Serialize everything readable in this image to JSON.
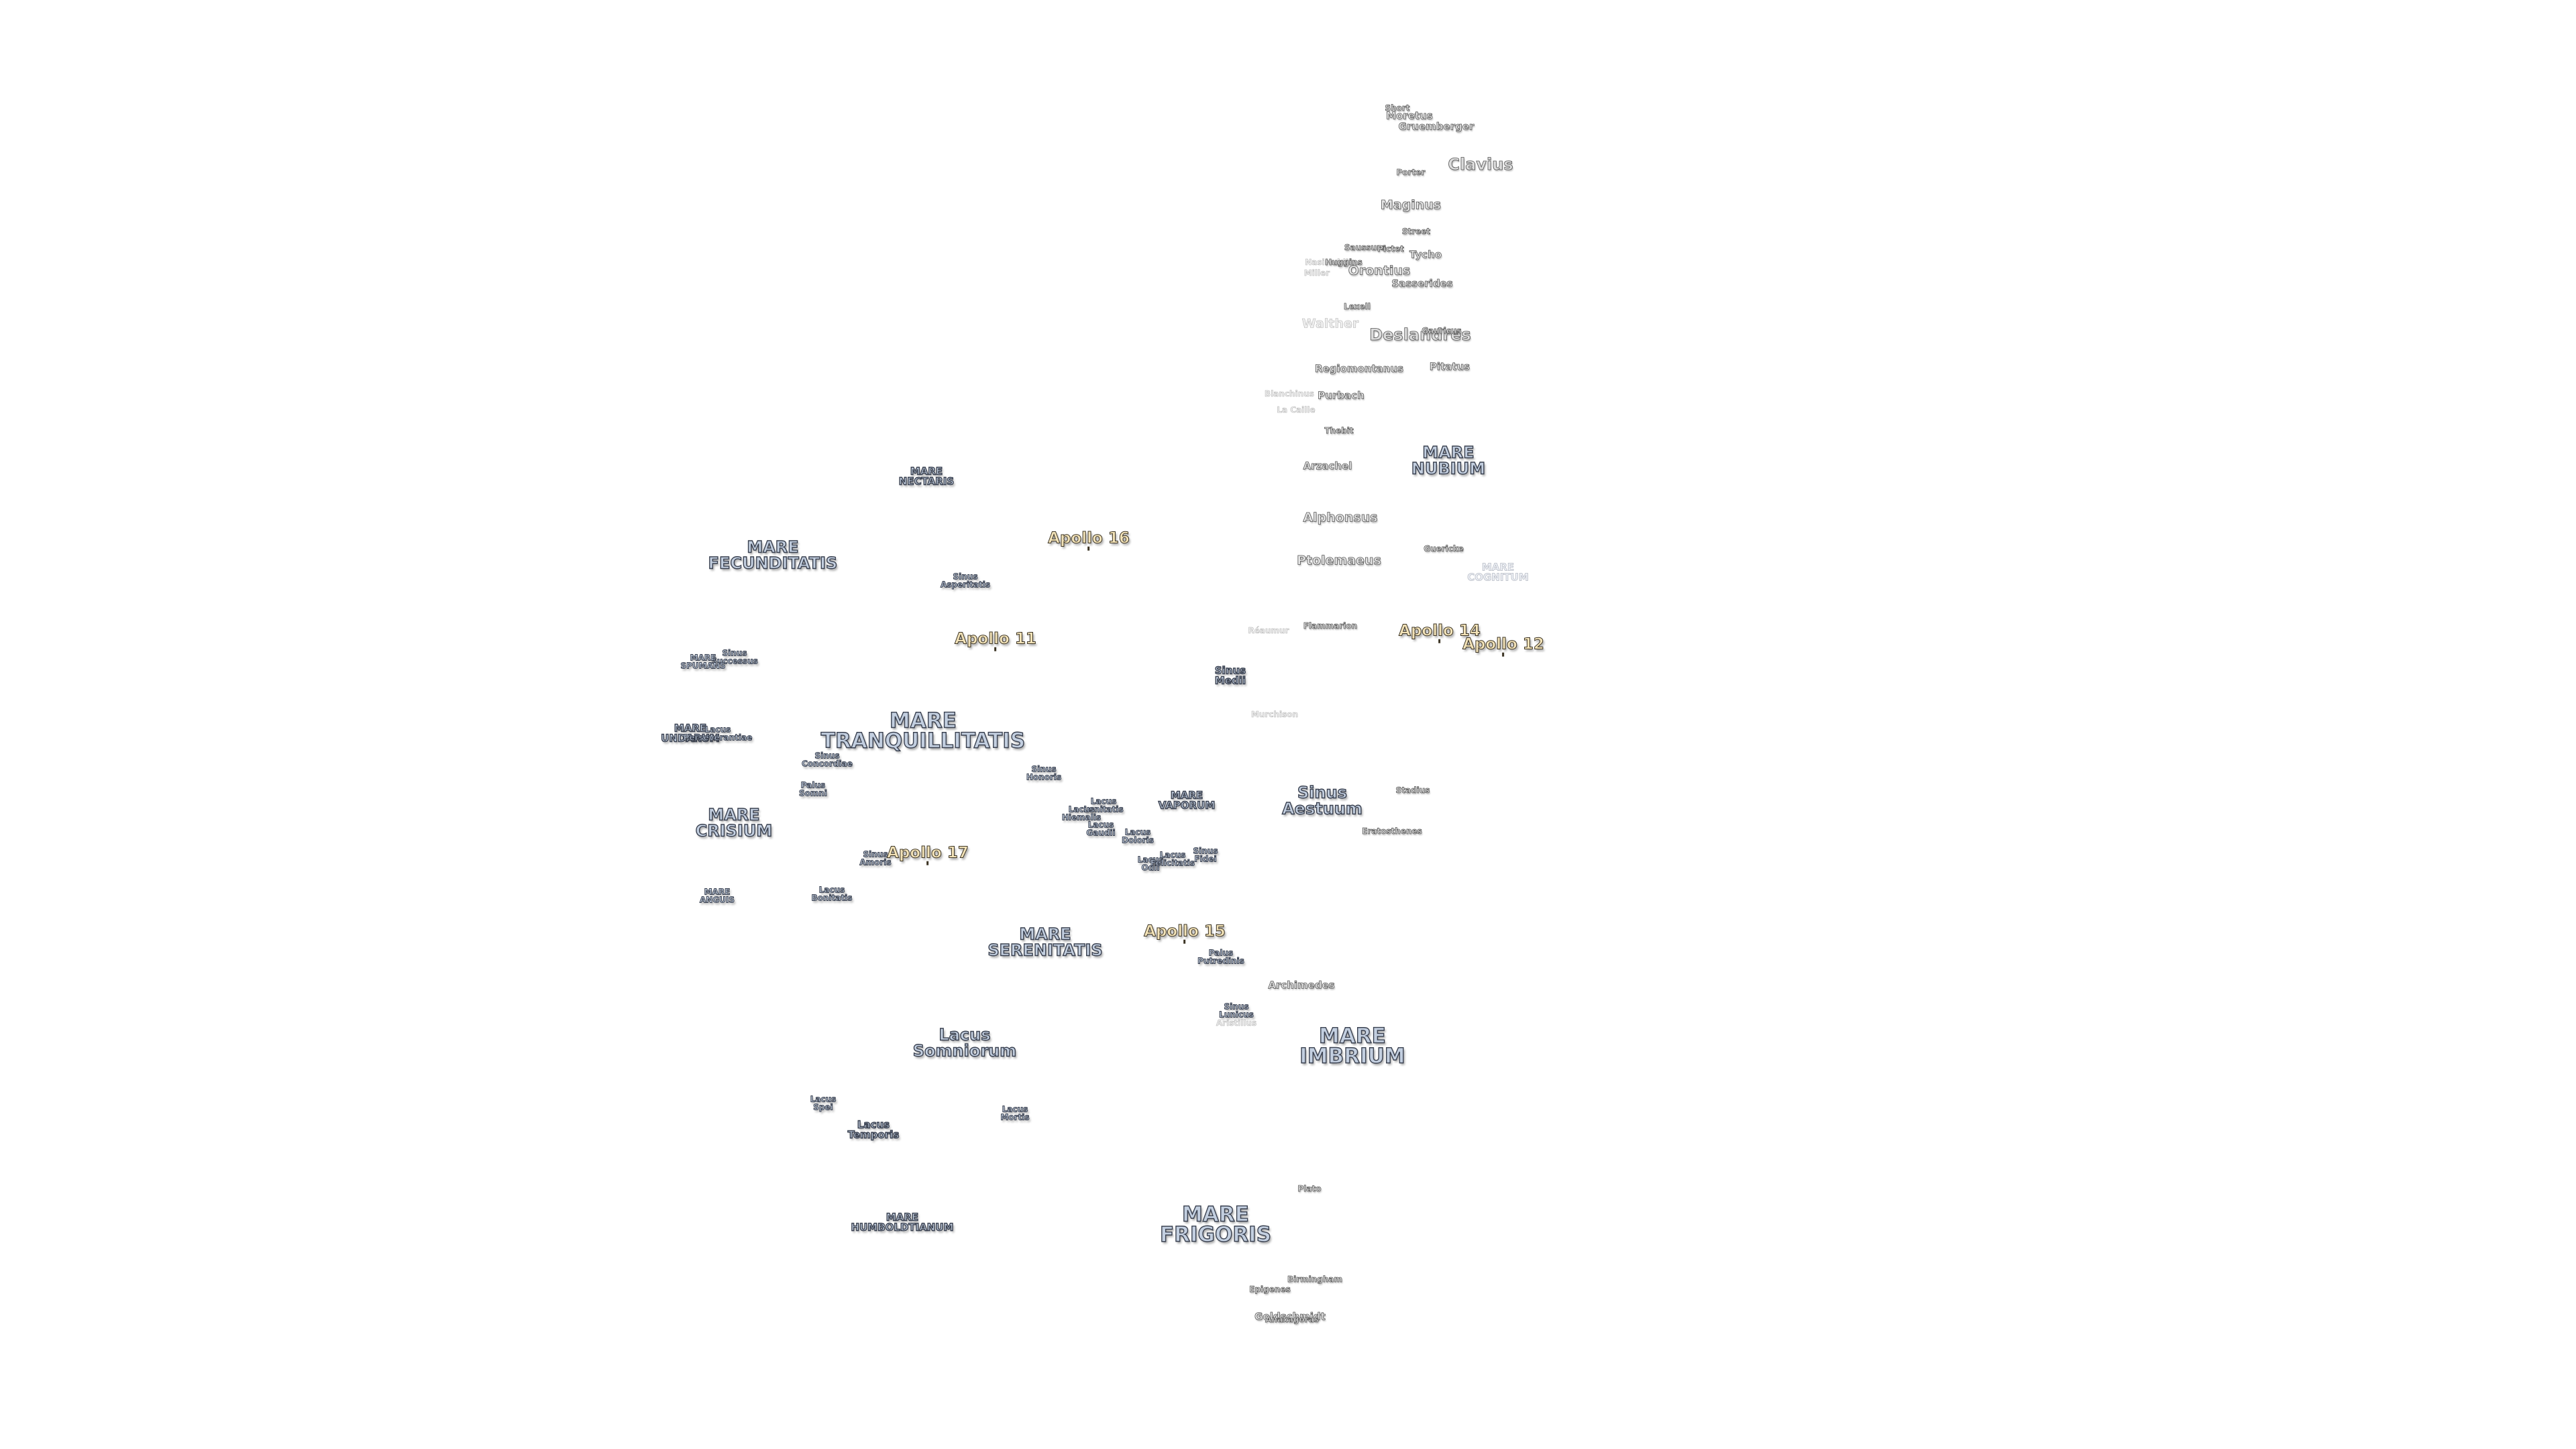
{
  "map": {
    "labels": [
      {
        "id": "mare-nectaris",
        "text": "MARE\nNECTARIS",
        "kind": "sea",
        "size": "sm"
      },
      {
        "id": "mare-fecunditatis",
        "text": "MARE\nFECUNDITATIS",
        "kind": "sea",
        "size": "md"
      },
      {
        "id": "sinus-asperitatis",
        "text": "Sinus\nAsperitatis",
        "kind": "sea",
        "size": "xs"
      },
      {
        "id": "sinus-successus",
        "text": "Sinus\nSuccessus",
        "kind": "sea",
        "size": "xs"
      },
      {
        "id": "mare-spumans",
        "text": "MARE\nSPUMANS",
        "kind": "sea",
        "size": "xs"
      },
      {
        "id": "mare-undarum",
        "text": "MARE\nUNDARUM",
        "kind": "sea",
        "size": "sm"
      },
      {
        "id": "lacus-perseverantiae",
        "text": "Lacus\nPerseverantiae",
        "kind": "sea",
        "size": "xs"
      },
      {
        "id": "mare-tranquillitatis",
        "text": "MARE\nTRANQUILLITATIS",
        "kind": "sea",
        "size": "lg"
      },
      {
        "id": "sinus-concordiae",
        "text": "Sinus\nConcordiae",
        "kind": "sea",
        "size": "xs"
      },
      {
        "id": "palus-somni",
        "text": "Palus\nSomni",
        "kind": "sea",
        "size": "xs"
      },
      {
        "id": "mare-crisium",
        "text": "MARE\nCRISIUM",
        "kind": "sea",
        "size": "md"
      },
      {
        "id": "sinus-amoris",
        "text": "Sinus\nAmoris",
        "kind": "sea",
        "size": "xs"
      },
      {
        "id": "mare-anguis",
        "text": "MARE\nANGUIS",
        "kind": "sea",
        "size": "xs"
      },
      {
        "id": "lacus-bonitatis",
        "text": "Lacus\nBonitatis",
        "kind": "sea",
        "size": "xs"
      },
      {
        "id": "mare-serenitatis",
        "text": "MARE\nSERENITATIS",
        "kind": "sea",
        "size": "md"
      },
      {
        "id": "lacus-somniorum",
        "text": "Lacus\nSomniorum",
        "kind": "sea",
        "size": "md"
      },
      {
        "id": "lacus-spei",
        "text": "Lacus\nSpei",
        "kind": "sea",
        "size": "xs"
      },
      {
        "id": "lacus-temporis",
        "text": "Lacus\nTemporis",
        "kind": "sea",
        "size": "sm"
      },
      {
        "id": "lacus-mortis",
        "text": "Lacus\nMortis",
        "kind": "sea",
        "size": "xs"
      },
      {
        "id": "mare-humboldtianum",
        "text": "MARE\nHUMBOLDTIANUM",
        "kind": "sea",
        "size": "sm"
      },
      {
        "id": "mare-frigoris",
        "text": "MARE\nFRIGORIS",
        "kind": "sea",
        "size": "lg"
      },
      {
        "id": "sinus-honoris",
        "text": "Sinus\nHonoris",
        "kind": "sea",
        "size": "xs"
      },
      {
        "id": "lacus-lenitatis",
        "text": "Lacus\nLenitatis",
        "kind": "sea",
        "size": "xs"
      },
      {
        "id": "lacus-hiemalis",
        "text": "Lacus\nHiemalis",
        "kind": "sea",
        "size": "xs"
      },
      {
        "id": "lacus-gaudii",
        "text": "Lacus\nGaudii",
        "kind": "sea",
        "size": "xs"
      },
      {
        "id": "lacus-doloris",
        "text": "Lacus\nDoloris",
        "kind": "sea",
        "size": "xs"
      },
      {
        "id": "lacus-odii",
        "text": "Lacus\nOdii",
        "kind": "sea",
        "size": "xs"
      },
      {
        "id": "lacus-felicitatis",
        "text": "Lacus\nFelicitatis",
        "kind": "sea",
        "size": "xs"
      },
      {
        "id": "sinus-fidei",
        "text": "Sinus\nFidei",
        "kind": "sea",
        "size": "xs"
      },
      {
        "id": "mare-vaporum",
        "text": "MARE\nVAPORUM",
        "kind": "sea",
        "size": "sm"
      },
      {
        "id": "sinus-medii",
        "text": "Sinus\nMedii",
        "kind": "sea",
        "size": "sm"
      },
      {
        "id": "sinus-aestuum",
        "text": "Sinus\nAestuum",
        "kind": "sea",
        "size": "md"
      },
      {
        "id": "palus-putredinis",
        "text": "Palus\nPutredinis",
        "kind": "sea",
        "size": "xs"
      },
      {
        "id": "sinus-lunicus",
        "text": "Sinus\nLunicus",
        "kind": "sea",
        "size": "xs"
      },
      {
        "id": "mare-imbrium",
        "text": "MARE\nIMBRIUM",
        "kind": "sea",
        "size": "lg"
      },
      {
        "id": "mare-nubium",
        "text": "MARE\nNUBIUM",
        "kind": "sea",
        "size": "md"
      },
      {
        "id": "mare-cognitum",
        "text": "MARE\nCOGNITUM",
        "kind": "sea",
        "size": "sm",
        "faint": true
      },
      {
        "id": "apollo-16",
        "text": "Apollo 16",
        "kind": "apollo"
      },
      {
        "id": "apollo-11",
        "text": "Apollo 11",
        "kind": "apollo"
      },
      {
        "id": "apollo-17",
        "text": "Apollo 17",
        "kind": "apollo"
      },
      {
        "id": "apollo-15",
        "text": "Apollo 15",
        "kind": "apollo"
      },
      {
        "id": "apollo-14",
        "text": "Apollo 14",
        "kind": "apollo"
      },
      {
        "id": "apollo-12",
        "text": "Apollo 12",
        "kind": "apollo"
      },
      {
        "id": "short",
        "text": "Short",
        "kind": "crater",
        "size": "xs"
      },
      {
        "id": "moretus",
        "text": "Moretus",
        "kind": "crater",
        "size": "sm"
      },
      {
        "id": "gruemberger",
        "text": "Gruemberger",
        "kind": "crater",
        "size": "sm"
      },
      {
        "id": "porter",
        "text": "Porter",
        "kind": "crater",
        "size": "xs"
      },
      {
        "id": "clavius",
        "text": "Clavius",
        "kind": "crater",
        "size": "big"
      },
      {
        "id": "maginus",
        "text": "Maginus",
        "kind": "crater",
        "size": "md"
      },
      {
        "id": "street",
        "text": "Street",
        "kind": "crater",
        "size": "xs"
      },
      {
        "id": "saussure",
        "text": "Saussure",
        "kind": "crater",
        "size": "xs"
      },
      {
        "id": "pictet",
        "text": "Pictet",
        "kind": "crater",
        "size": "xs"
      },
      {
        "id": "tycho",
        "text": "Tycho",
        "kind": "crater",
        "size": "sm"
      },
      {
        "id": "nasireddin",
        "text": "Nasireddin",
        "kind": "crater",
        "size": "xs",
        "faint": true
      },
      {
        "id": "huggins",
        "text": "Huggins",
        "kind": "crater",
        "size": "xs"
      },
      {
        "id": "miller",
        "text": "Miller",
        "kind": "crater",
        "size": "xs",
        "faint": true
      },
      {
        "id": "orontius",
        "text": "Orontius",
        "kind": "crater",
        "size": "md"
      },
      {
        "id": "sasserides",
        "text": "Sasserides",
        "kind": "crater",
        "size": "sm"
      },
      {
        "id": "lexell",
        "text": "Lexell",
        "kind": "crater",
        "size": "xs"
      },
      {
        "id": "walther",
        "text": "Walther",
        "kind": "crater",
        "size": "md",
        "faint": true
      },
      {
        "id": "deslandres",
        "text": "Deslandres",
        "kind": "crater",
        "size": "big"
      },
      {
        "id": "gauricus",
        "text": "Gauricus",
        "kind": "crater",
        "size": "xs"
      },
      {
        "id": "pitatus",
        "text": "Pitatus",
        "kind": "crater",
        "size": "sm"
      },
      {
        "id": "regiomontanus",
        "text": "Regiomontanus",
        "kind": "crater",
        "size": "sm"
      },
      {
        "id": "purbach",
        "text": "Purbach",
        "kind": "crater",
        "size": "sm"
      },
      {
        "id": "blanchinus",
        "text": "Blanchinus",
        "kind": "crater",
        "size": "xs",
        "faint": true
      },
      {
        "id": "la-caille",
        "text": "La Caille",
        "kind": "crater",
        "size": "xs",
        "faint": true
      },
      {
        "id": "thebit",
        "text": "Thebit",
        "kind": "crater",
        "size": "xs"
      },
      {
        "id": "arzachel",
        "text": "Arzachel",
        "kind": "crater",
        "size": "sm"
      },
      {
        "id": "alphonsus",
        "text": "Alphonsus",
        "kind": "crater",
        "size": "md"
      },
      {
        "id": "ptolemaeus",
        "text": "Ptolemaeus",
        "kind": "crater",
        "size": "md"
      },
      {
        "id": "guericke",
        "text": "Guericke",
        "kind": "crater",
        "size": "xs"
      },
      {
        "id": "flammarion",
        "text": "Flammarion",
        "kind": "crater",
        "size": "xs"
      },
      {
        "id": "reaumur",
        "text": "Réaumur",
        "kind": "crater",
        "size": "xs",
        "faint": true
      },
      {
        "id": "murchison",
        "text": "Murchison",
        "kind": "crater",
        "size": "xs",
        "faint": true
      },
      {
        "id": "stadius",
        "text": "Stadius",
        "kind": "crater",
        "size": "xs"
      },
      {
        "id": "eratosthenes",
        "text": "Eratosthenes",
        "kind": "crater",
        "size": "xs"
      },
      {
        "id": "archimedes",
        "text": "Archimedes",
        "kind": "crater",
        "size": "sm"
      },
      {
        "id": "aristillus",
        "text": "Aristillus",
        "kind": "crater",
        "size": "xs",
        "faint": true
      },
      {
        "id": "plato",
        "text": "Plato",
        "kind": "crater",
        "size": "xs"
      },
      {
        "id": "birmingham",
        "text": "Birmingham",
        "kind": "crater",
        "size": "xs"
      },
      {
        "id": "epigenes",
        "text": "Epigenes",
        "kind": "crater",
        "size": "xs"
      },
      {
        "id": "goldschmidt",
        "text": "Goldschmidt",
        "kind": "crater",
        "size": "sm"
      },
      {
        "id": "anaxagoras",
        "text": "Anaxagoras",
        "kind": "crater",
        "size": "xs"
      }
    ]
  }
}
